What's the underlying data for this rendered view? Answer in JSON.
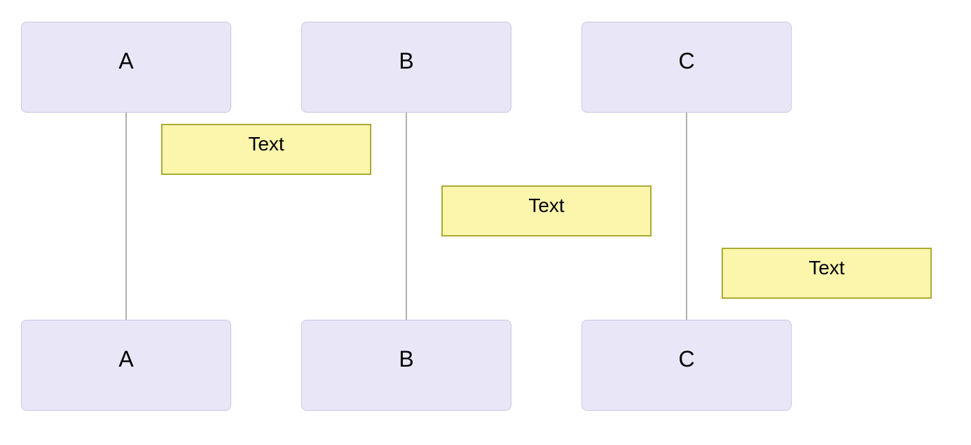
{
  "diagram": {
    "type": "sequence-diagram",
    "actors": [
      {
        "id": "A",
        "label": "A"
      },
      {
        "id": "B",
        "label": "B"
      },
      {
        "id": "C",
        "label": "C"
      }
    ],
    "notes": [
      {
        "text": "Text",
        "position": "right-of-A"
      },
      {
        "text": "Text",
        "position": "right-of-B"
      },
      {
        "text": "Text",
        "position": "right-of-C"
      }
    ],
    "colors": {
      "background": "#ffffff",
      "actor_fill": "#e9e7f7",
      "actor_border": "#ccc5e5",
      "note_fill": "#fcf6ad",
      "note_border": "#aaaa33",
      "lifeline": "#b0b0b0",
      "text": "#000000"
    }
  }
}
